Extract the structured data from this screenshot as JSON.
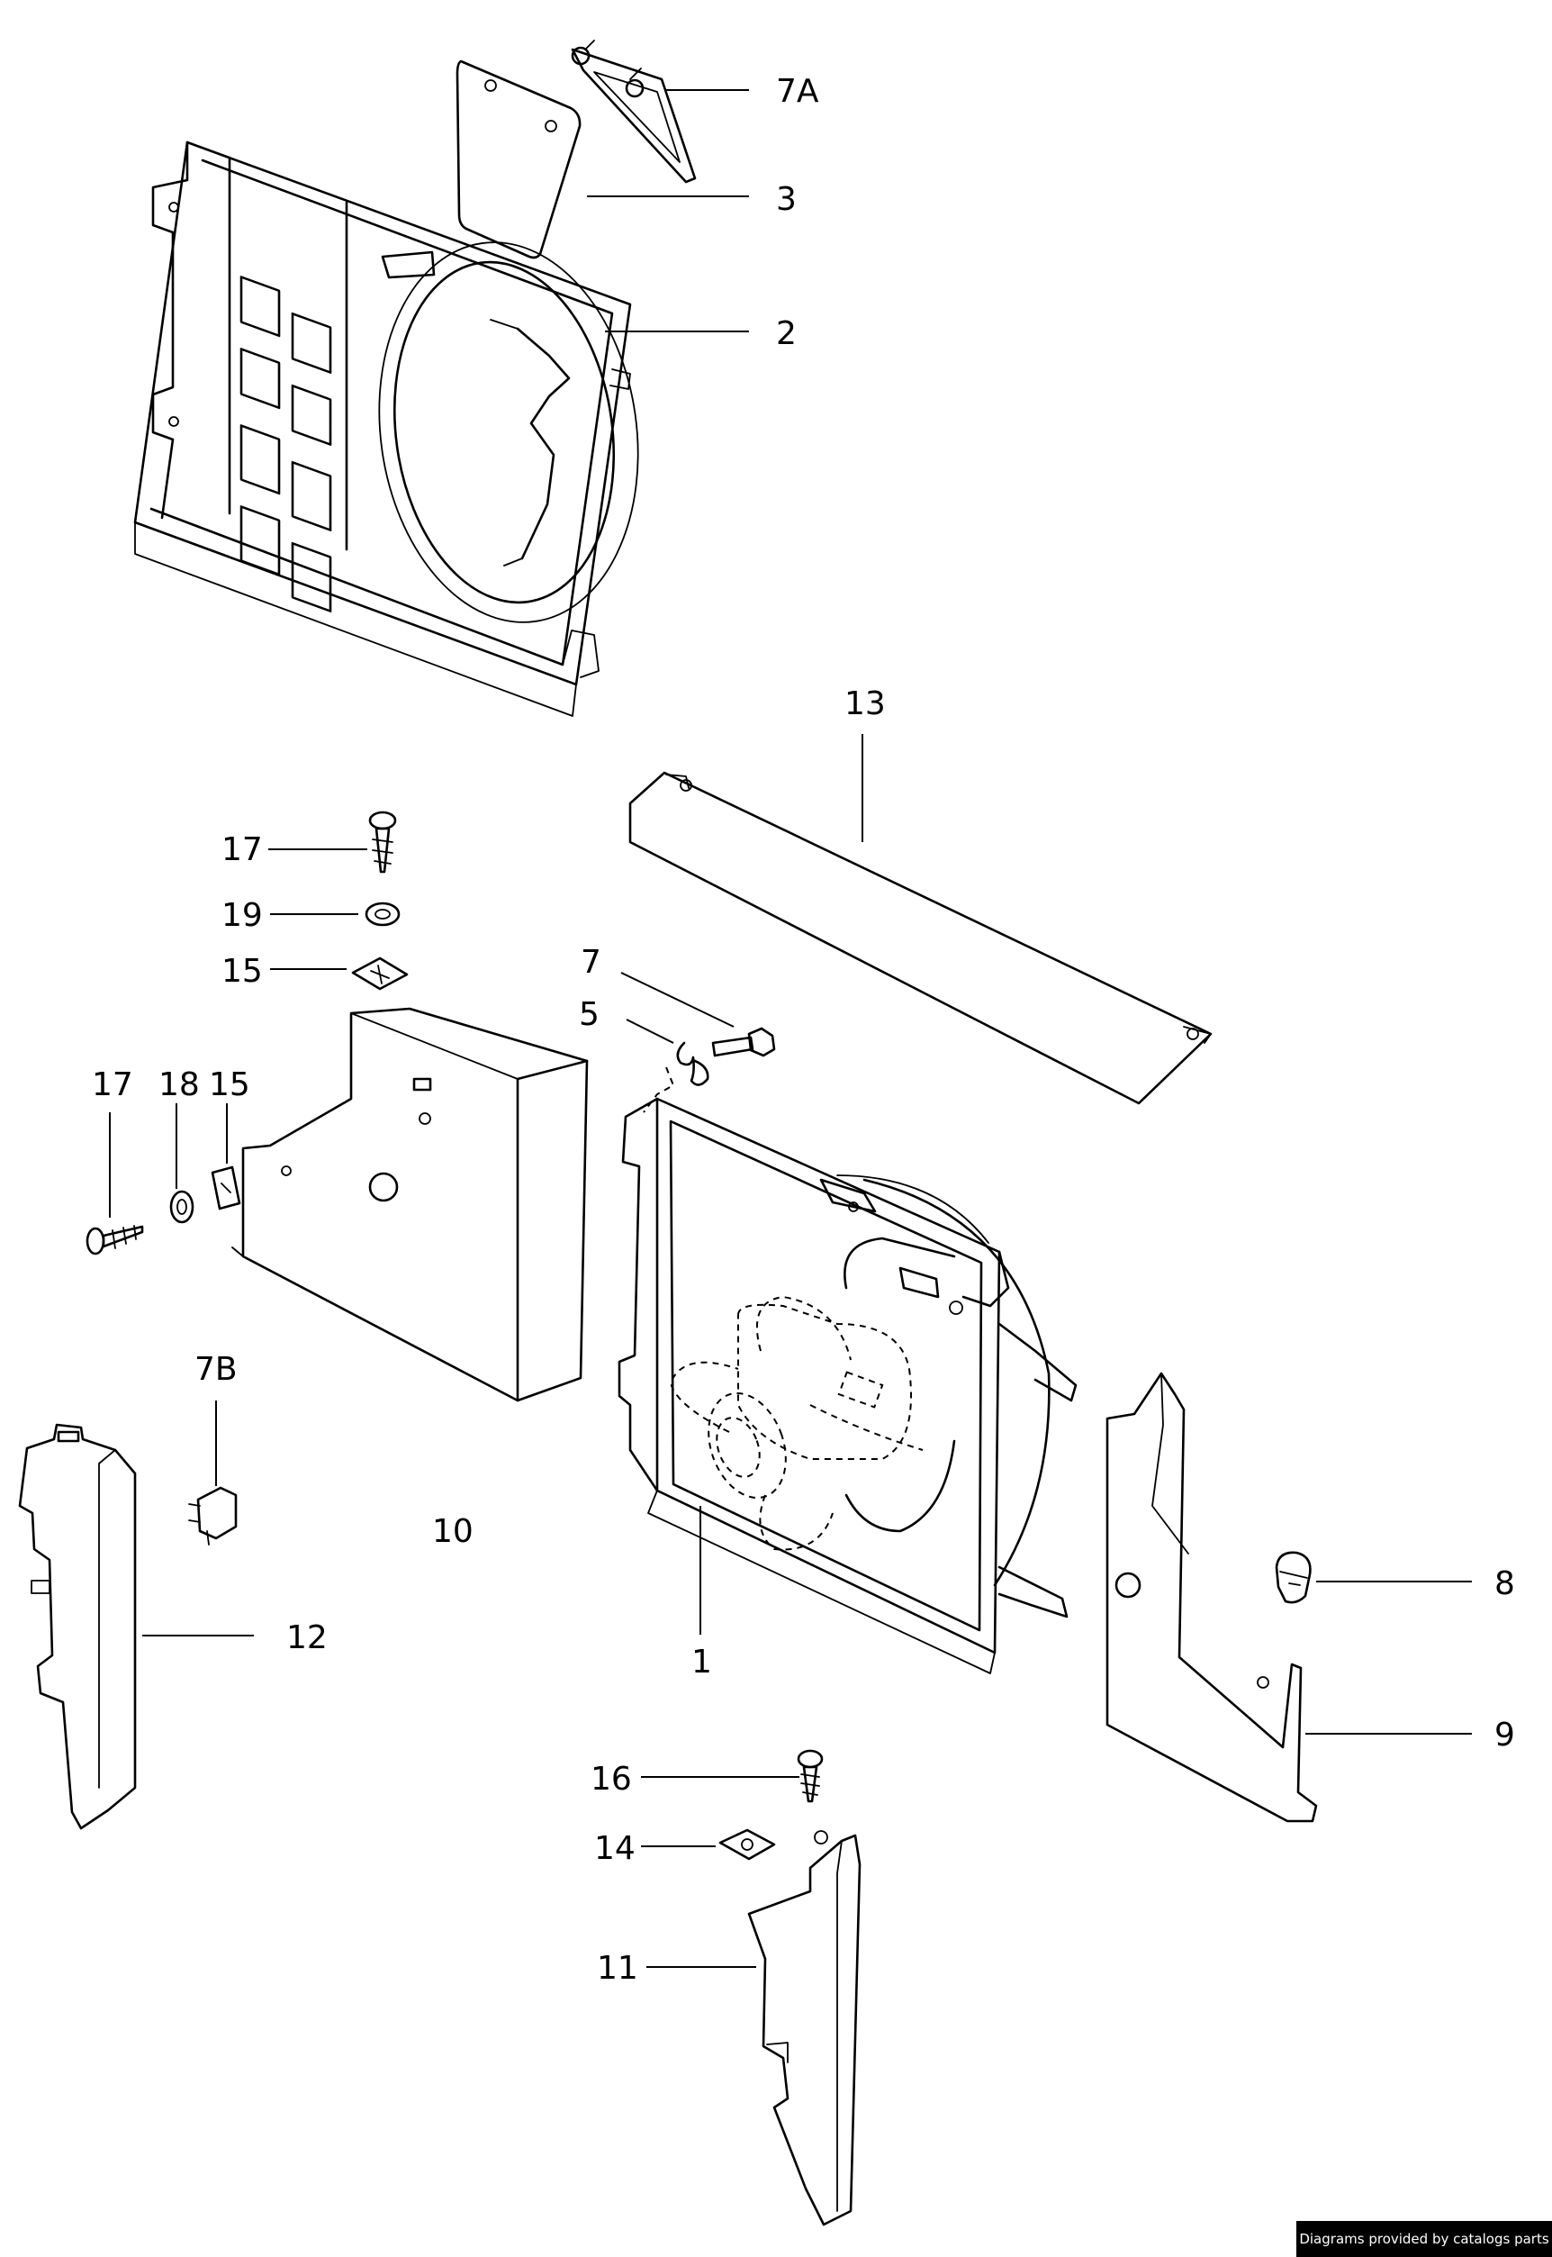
{
  "callouts": {
    "c1": "1",
    "c2": "2",
    "c3": "3",
    "c5": "5",
    "c7": "7",
    "c7a": "7A",
    "c7b": "7B",
    "c8": "8",
    "c9": "9",
    "c10": "10",
    "c11": "11",
    "c12": "12",
    "c13": "13",
    "c14": "14",
    "c15a": "15",
    "c15b": "15",
    "c16": "16",
    "c17a": "17",
    "c17b": "17",
    "c18": "18",
    "c19": "19"
  },
  "credit": "Diagrams provided by catalogs parts"
}
